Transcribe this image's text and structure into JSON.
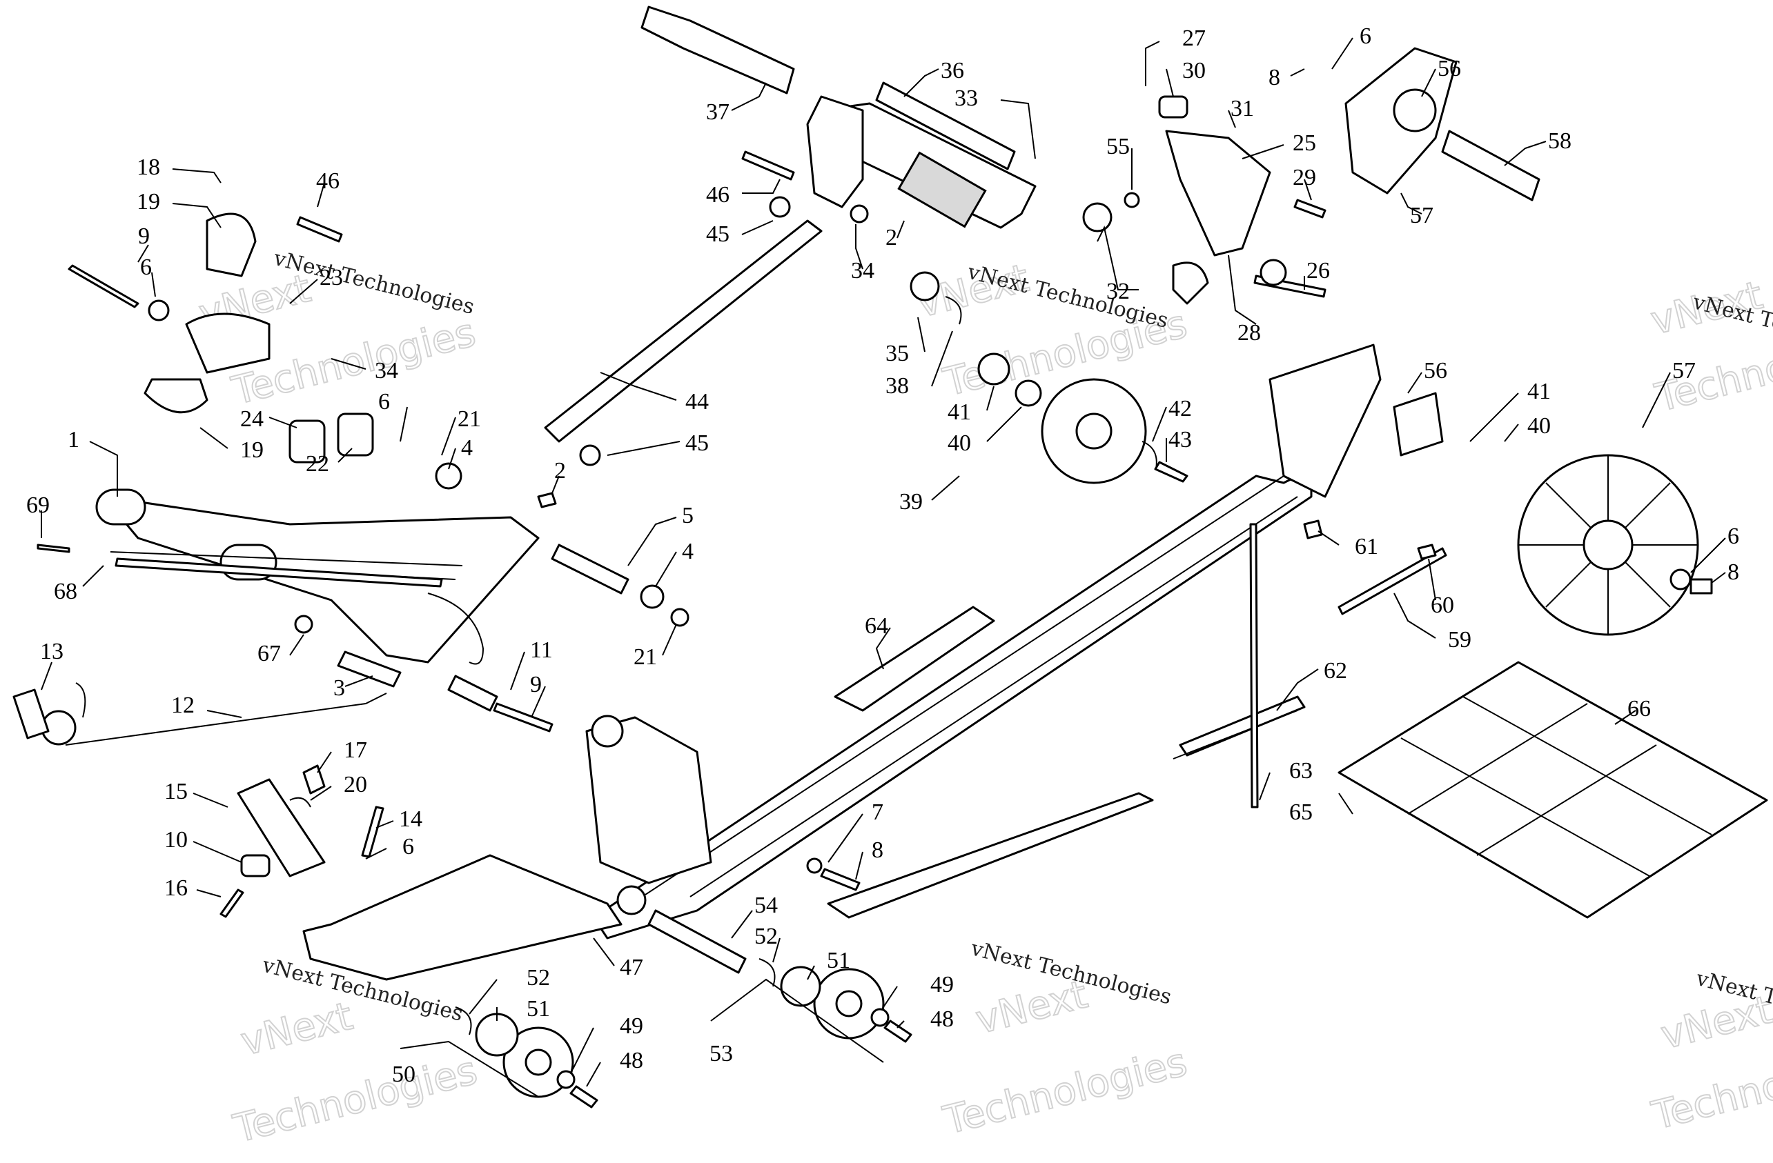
{
  "callouts": [
    {
      "label": "27"
    },
    {
      "label": "6"
    },
    {
      "label": "36"
    },
    {
      "label": "33"
    },
    {
      "label": "30"
    },
    {
      "label": "8"
    },
    {
      "label": "56"
    },
    {
      "label": "37"
    },
    {
      "label": "31"
    },
    {
      "label": "25"
    },
    {
      "label": "58"
    },
    {
      "label": "55"
    },
    {
      "label": "29"
    },
    {
      "label": "18"
    },
    {
      "label": "46"
    },
    {
      "label": "46"
    },
    {
      "label": "19"
    },
    {
      "label": "45"
    },
    {
      "label": "2"
    },
    {
      "label": "34"
    },
    {
      "label": "57"
    },
    {
      "label": "9"
    },
    {
      "label": "6"
    },
    {
      "label": "23"
    },
    {
      "label": "32"
    },
    {
      "label": "26"
    },
    {
      "label": "28"
    },
    {
      "label": "34"
    },
    {
      "label": "35"
    },
    {
      "label": "38"
    },
    {
      "label": "41"
    },
    {
      "label": "40"
    },
    {
      "label": "42"
    },
    {
      "label": "43"
    },
    {
      "label": "24"
    },
    {
      "label": "6"
    },
    {
      "label": "21"
    },
    {
      "label": "44"
    },
    {
      "label": "56"
    },
    {
      "label": "41"
    },
    {
      "label": "40"
    },
    {
      "label": "57"
    },
    {
      "label": "1"
    },
    {
      "label": "19"
    },
    {
      "label": "22"
    },
    {
      "label": "4"
    },
    {
      "label": "45"
    },
    {
      "label": "39"
    },
    {
      "label": "2"
    },
    {
      "label": "69"
    },
    {
      "label": "5"
    },
    {
      "label": "4"
    },
    {
      "label": "61"
    },
    {
      "label": "6"
    },
    {
      "label": "68"
    },
    {
      "label": "64"
    },
    {
      "label": "60"
    },
    {
      "label": "8"
    },
    {
      "label": "67"
    },
    {
      "label": "21"
    },
    {
      "label": "59"
    },
    {
      "label": "13"
    },
    {
      "label": "11"
    },
    {
      "label": "9"
    },
    {
      "label": "3"
    },
    {
      "label": "62"
    },
    {
      "label": "12"
    },
    {
      "label": "66"
    },
    {
      "label": "17"
    },
    {
      "label": "20"
    },
    {
      "label": "15"
    },
    {
      "label": "14"
    },
    {
      "label": "63"
    },
    {
      "label": "65"
    },
    {
      "label": "10"
    },
    {
      "label": "6"
    },
    {
      "label": "7"
    },
    {
      "label": "8"
    },
    {
      "label": "16"
    },
    {
      "label": "54"
    },
    {
      "label": "52"
    },
    {
      "label": "51"
    },
    {
      "label": "47"
    },
    {
      "label": "49"
    },
    {
      "label": "48"
    },
    {
      "label": "52"
    },
    {
      "label": "51"
    },
    {
      "label": "49"
    },
    {
      "label": "48"
    },
    {
      "label": "53"
    },
    {
      "label": "50"
    }
  ],
  "watermarks": [
    {
      "line1": "vNext",
      "line2": "vNext Technologies",
      "line3": "Technologies"
    },
    {
      "line1": "vNext",
      "line2": "vNext Technologies",
      "line3": "Technologies"
    },
    {
      "line1": "vNext",
      "line2": "vNext Tec",
      "line3": "Technolo"
    },
    {
      "line1": "vNext",
      "line2": "vNext Technologies",
      "line3": "Technologies"
    },
    {
      "line1": "vNext",
      "line2": "vNext Technologies",
      "line3": "Technologies"
    },
    {
      "line1": "vNext",
      "line2": "vNext Tec",
      "line3": "Technolo"
    }
  ]
}
